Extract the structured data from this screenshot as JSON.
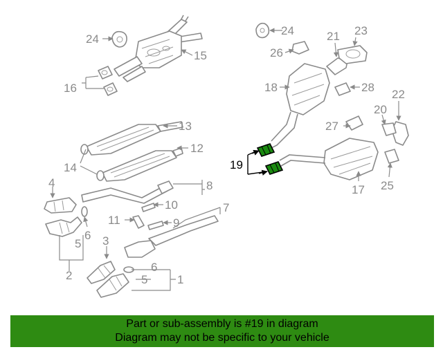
{
  "diagram": {
    "callouts": [
      "24",
      "15",
      "16",
      "13",
      "12",
      "14",
      "8",
      "10",
      "4",
      "6",
      "11",
      "9",
      "7",
      "5",
      "3",
      "2",
      "1",
      "23",
      "21",
      "26",
      "18",
      "28",
      "22",
      "20",
      "27",
      "19",
      "17",
      "25"
    ],
    "highlighted_callout": "19",
    "highlight_color": "#1a8a10",
    "line_color": "#8a8a8a"
  },
  "banner": {
    "line1": "Part or sub-assembly is #19 in diagram",
    "line2": "Diagram may not be specific to your vehicle",
    "background": "#2e8b12"
  }
}
